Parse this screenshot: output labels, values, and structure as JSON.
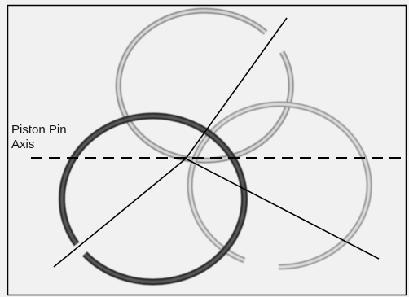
{
  "diagram": {
    "axis_label_line1": "Piston Pin",
    "axis_label_line2": "Axis",
    "rings": [
      {
        "name": "upper-ring",
        "color": "#8f8f8f",
        "gap_side": "upper-right"
      },
      {
        "name": "lower-left-ring",
        "color": "#2b2b2b",
        "gap_side": "lower-left"
      },
      {
        "name": "lower-right-ring",
        "color": "#9a9a9a",
        "gap_side": "lower-center"
      }
    ],
    "pin_axis_style": "dashed",
    "gap_lines": 3,
    "colors": {
      "frame": "#000000",
      "background": "#ffffff",
      "lines": "#000000"
    }
  }
}
